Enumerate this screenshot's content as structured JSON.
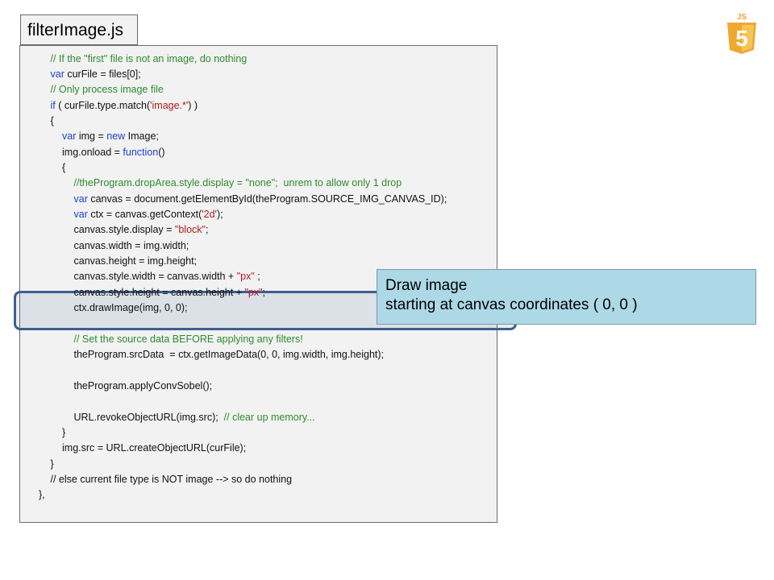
{
  "title": "filterImage.js",
  "callout": {
    "line1": "Draw image",
    "line2": "starting at canvas coordinates ( 0, 0 )"
  },
  "logo": {
    "icon": "html5-js-logo",
    "label": "JS",
    "glyph": "5"
  },
  "colors": {
    "comment": "#2e8b2e",
    "keyword": "#1f3fd6",
    "string": "#b31b1b",
    "callout_bg": "#add8e6",
    "highlight_border": "#3d5f8f"
  },
  "code": [
    {
      "indent": 1,
      "tokens": [
        {
          "t": "// If the \"first\" file is not an image, do nothing",
          "k": "comment"
        }
      ]
    },
    {
      "indent": 1,
      "tokens": [
        {
          "t": "var",
          "k": "kw"
        },
        {
          "t": " curFile = files[0];",
          "k": ""
        }
      ]
    },
    {
      "indent": 1,
      "tokens": [
        {
          "t": "// Only process image file",
          "k": "comment"
        }
      ]
    },
    {
      "indent": 1,
      "tokens": [
        {
          "t": "if",
          "k": "kw"
        },
        {
          "t": " ( curFile.type.match(",
          "k": ""
        },
        {
          "t": "'image.*'",
          "k": "str"
        },
        {
          "t": ") )",
          "k": ""
        }
      ]
    },
    {
      "indent": 1,
      "tokens": [
        {
          "t": "{",
          "k": ""
        }
      ]
    },
    {
      "indent": 2,
      "tokens": [
        {
          "t": "var",
          "k": "kw"
        },
        {
          "t": " img = ",
          "k": ""
        },
        {
          "t": "new",
          "k": "kw"
        },
        {
          "t": " Image;",
          "k": ""
        }
      ]
    },
    {
      "indent": 2,
      "tokens": [
        {
          "t": "img.onload = ",
          "k": ""
        },
        {
          "t": "function",
          "k": "kw"
        },
        {
          "t": "()",
          "k": ""
        }
      ]
    },
    {
      "indent": 2,
      "tokens": [
        {
          "t": "{",
          "k": ""
        }
      ]
    },
    {
      "indent": 3,
      "tokens": [
        {
          "t": "//theProgram.dropArea.style.display = \"none\";  unrem to allow only 1 drop",
          "k": "comment"
        }
      ]
    },
    {
      "indent": 3,
      "tokens": [
        {
          "t": "var",
          "k": "kw"
        },
        {
          "t": " canvas = document.getElementById(theProgram.SOURCE_IMG_CANVAS_ID);",
          "k": ""
        }
      ]
    },
    {
      "indent": 3,
      "tokens": [
        {
          "t": "var",
          "k": "kw"
        },
        {
          "t": " ctx = canvas.getContext(",
          "k": ""
        },
        {
          "t": "'2d'",
          "k": "str"
        },
        {
          "t": ");",
          "k": ""
        }
      ]
    },
    {
      "indent": 3,
      "tokens": [
        {
          "t": "canvas.style.display = ",
          "k": ""
        },
        {
          "t": "\"block\"",
          "k": "str"
        },
        {
          "t": ";",
          "k": ""
        }
      ]
    },
    {
      "indent": 3,
      "tokens": [
        {
          "t": "canvas.width = img.width;",
          "k": ""
        }
      ]
    },
    {
      "indent": 3,
      "tokens": [
        {
          "t": "canvas.height = img.height;",
          "k": ""
        }
      ]
    },
    {
      "indent": 3,
      "tokens": [
        {
          "t": "canvas.style.width = canvas.width + ",
          "k": ""
        },
        {
          "t": "\"px\"",
          "k": "str"
        },
        {
          "t": " ;",
          "k": ""
        }
      ]
    },
    {
      "indent": 3,
      "tokens": [
        {
          "t": "canvas.style.height = canvas.height + ",
          "k": ""
        },
        {
          "t": "\"px\"",
          "k": "str"
        },
        {
          "t": ";",
          "k": ""
        }
      ]
    },
    {
      "indent": 3,
      "tokens": [
        {
          "t": "ctx.drawImage(img, 0, 0);",
          "k": ""
        }
      ]
    },
    {
      "indent": 0,
      "tokens": []
    },
    {
      "indent": 3,
      "tokens": [
        {
          "t": "// Set the source data BEFORE applying any filters!",
          "k": "comment"
        }
      ]
    },
    {
      "indent": 3,
      "tokens": [
        {
          "t": "theProgram.srcData  = ctx.getImageData(0, 0, img.width, img.height);",
          "k": ""
        }
      ]
    },
    {
      "indent": 0,
      "tokens": []
    },
    {
      "indent": 3,
      "tokens": [
        {
          "t": "theProgram.applyConvSobel();",
          "k": ""
        }
      ]
    },
    {
      "indent": 0,
      "tokens": []
    },
    {
      "indent": 3,
      "tokens": [
        {
          "t": "URL.revokeObjectURL(img.src);  ",
          "k": ""
        },
        {
          "t": "// clear up memory...",
          "k": "comment"
        }
      ]
    },
    {
      "indent": 2,
      "tokens": [
        {
          "t": "}",
          "k": ""
        }
      ]
    },
    {
      "indent": 2,
      "tokens": [
        {
          "t": "img.src = URL.createObjectURL(curFile);",
          "k": ""
        }
      ]
    },
    {
      "indent": 1,
      "tokens": [
        {
          "t": "}",
          "k": ""
        }
      ]
    },
    {
      "indent": 1,
      "tokens": [
        {
          "t": "// else current file type is NOT image --> so do nothing",
          "k": ""
        }
      ]
    },
    {
      "indent": 0,
      "tokens": [
        {
          "t": "},",
          "k": ""
        }
      ]
    }
  ]
}
